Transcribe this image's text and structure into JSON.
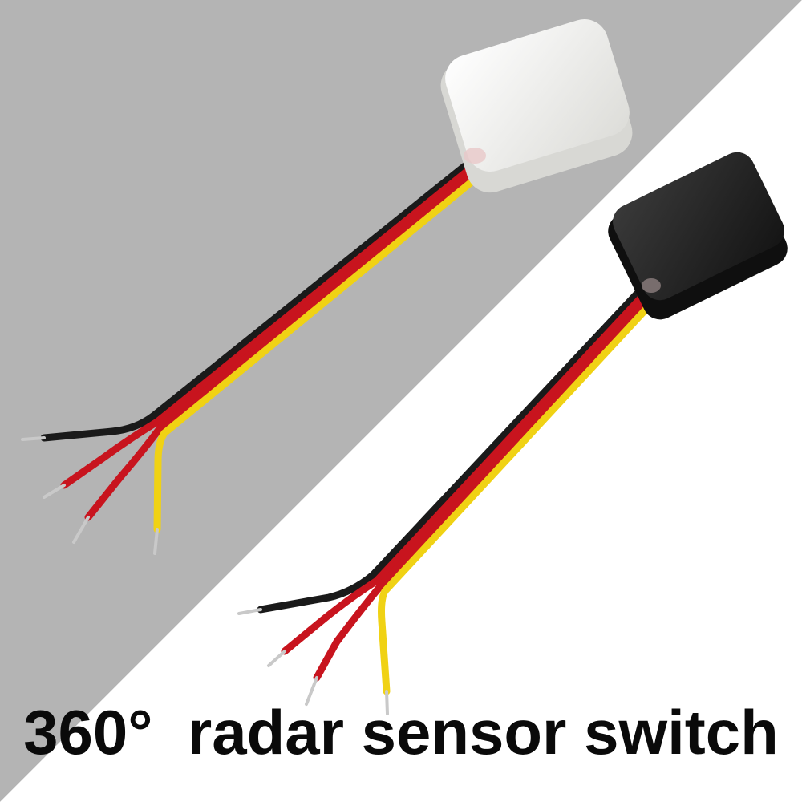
{
  "caption": "360°  radar sensor switch",
  "colors": {
    "background_gray": "#b4b4b4",
    "background_white": "#ffffff",
    "wire_black": "#1a1a1a",
    "wire_red": "#c8141e",
    "wire_yellow": "#f0d214",
    "housing_white": "#f4f4f2",
    "housing_black": "#262626"
  },
  "products": [
    {
      "name": "white-radar-sensor",
      "housing_color": "white",
      "wires": [
        "black",
        "red",
        "red",
        "yellow"
      ]
    },
    {
      "name": "black-radar-sensor",
      "housing_color": "black",
      "wires": [
        "black",
        "red",
        "red",
        "yellow"
      ]
    }
  ]
}
